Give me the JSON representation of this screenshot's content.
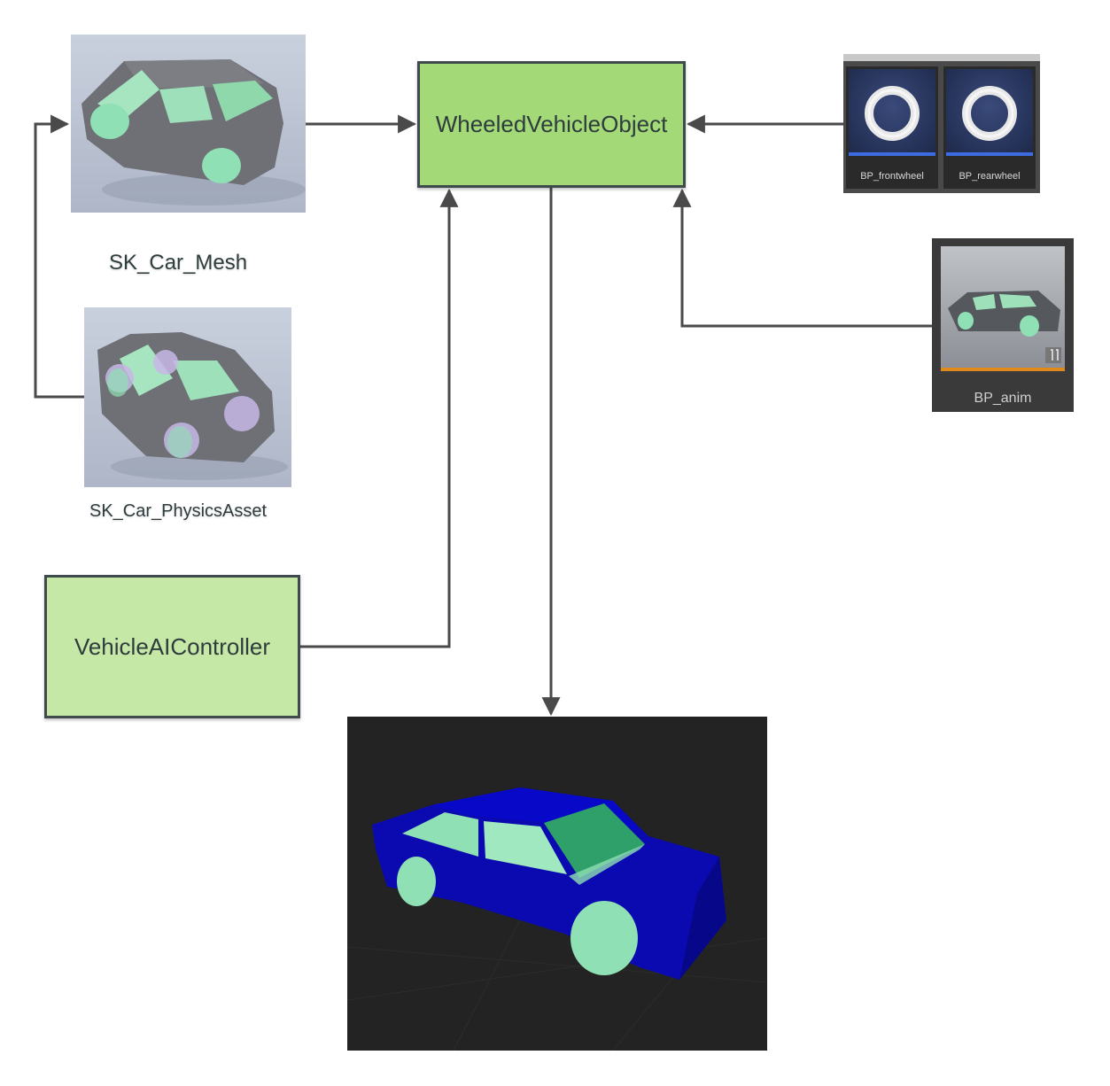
{
  "nodes": {
    "wheeled_vehicle_object": "WheeledVehicleObject",
    "vehicle_ai_controller": "VehicleAIController"
  },
  "assets": {
    "car_mesh": "SK_Car_Mesh",
    "physics_asset": "SK_Car_PhysicsAsset",
    "front_wheel": "BP_frontwheel",
    "rear_wheel": "BP_rearwheel",
    "anim_blueprint": "BP_anim"
  },
  "colors": {
    "node_primary_fill": "#a3d977",
    "node_secondary_fill": "#c5e8a6",
    "node_border": "#3f4a4c",
    "connector": "#4a4a4a",
    "car_body_preview": "#0a0ab0",
    "car_glass": "#8fe0b4",
    "viewport_bg": "#232323"
  }
}
